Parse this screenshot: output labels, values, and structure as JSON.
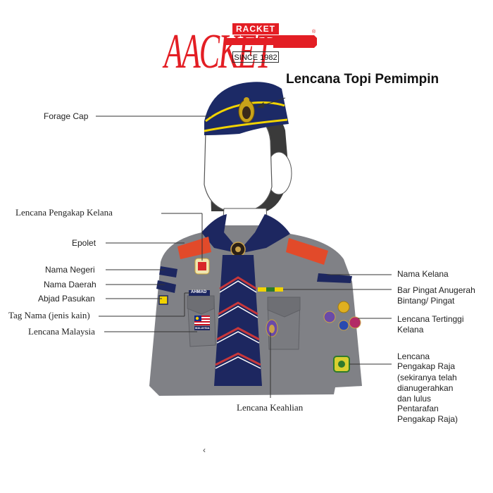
{
  "logo": {
    "script_text": "AACKET",
    "box_text": "RACKET",
    "since_text": "SINCE 1982",
    "mark": "®"
  },
  "labels": {
    "lencana_topi": "Lencana Topi Pemimpin",
    "forage_cap": "Forage Cap",
    "lencana_pengakap_kelana": "Lencana Pengakap Kelana",
    "epolet": "Epolet",
    "nama_negeri": "Nama Negeri",
    "nama_daerah": "Nama Daerah",
    "abjad_pasukan": "Abjad Pasukan",
    "tag_nama": "Tag Nama (jenis kain)",
    "lencana_malaysia": "Lencana Malaysia",
    "lencana_keahlian": "Lencana Keahlian",
    "nama_kelana": "Nama Kelana",
    "bar_pingat_1": "Bar Pingat Anugerah",
    "bar_pingat_2": "Bintang/ Pingat",
    "tertinggi_1": "Lencana Tertinggi",
    "tertinggi_2": "Kelana",
    "raja_1": "Lencana",
    "raja_2": "Pengakap Raja",
    "raja_3": "(sekiranya telah",
    "raja_4": "dianugerahkan",
    "raja_5": "dan lulus",
    "raja_6": "Pentarafan",
    "raja_7": "Pengakap Raja)"
  },
  "nametag_text": "AHMAD",
  "malaysia_patch_text": "MALAYSIA",
  "stray_mark": "‹",
  "colors": {
    "brand_red": "#e31e24",
    "uniform_grey": "#808186",
    "navy": "#1d2760",
    "cap_navy": "#1c2a66",
    "cap_trim": "#f1d300",
    "epaulette": "#e24a2a"
  },
  "icons": [
    "scout-emblem-icon",
    "malaysia-flag-icon",
    "rover-badge-icon",
    "king-scout-badge-icon",
    "medal-bar-icon"
  ]
}
